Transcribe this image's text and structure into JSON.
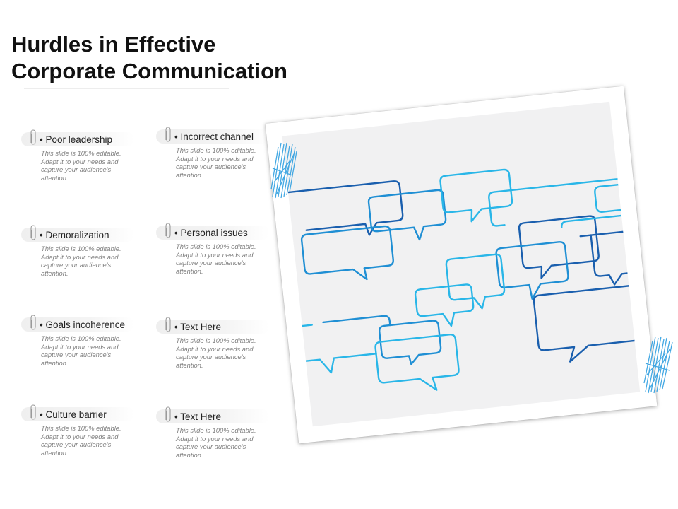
{
  "slide": {
    "title": "Hurdles in Effective\nCorporate Communication"
  },
  "colors": {
    "light_blue": "#29b6e8",
    "mid_blue": "#1f8fd4",
    "dark_blue": "#1a5fae",
    "paperclip": "#9a9a9a"
  },
  "left_items": [
    {
      "title": "• Poor leadership",
      "description": "This slide is 100% editable. Adapt it to your needs and capture your audience's attention."
    },
    {
      "title": "• Demoralization",
      "description": "This slide is 100% editable. Adapt it to your needs and capture your audience's attention."
    },
    {
      "title": "• Goals incoherence",
      "description": "This slide is 100% editable. Adapt it to your needs and capture your audience's attention."
    },
    {
      "title": "• Culture barrier",
      "description": "This slide is 100% editable. Adapt it to your needs and capture your audience’s attention."
    }
  ],
  "right_items": [
    {
      "title": "• Incorrect channel",
      "description": "This slide is 100% editable. Adapt it to your needs and capture your audience's attention."
    },
    {
      "title": "• Personal issues",
      "description": "This slide is 100% editable. Adapt it to your needs and capture your audience's attention."
    },
    {
      "title": "• Text Here",
      "description": "This slide is 100% editable. Adapt it to your needs and capture your audience's attention."
    },
    {
      "title": "• Text Here",
      "description": "This slide is 100% editable. Adapt it to your needs and capture your audience’s attention."
    }
  ],
  "image": {
    "icon": "speech-bubbles-network-icon"
  }
}
